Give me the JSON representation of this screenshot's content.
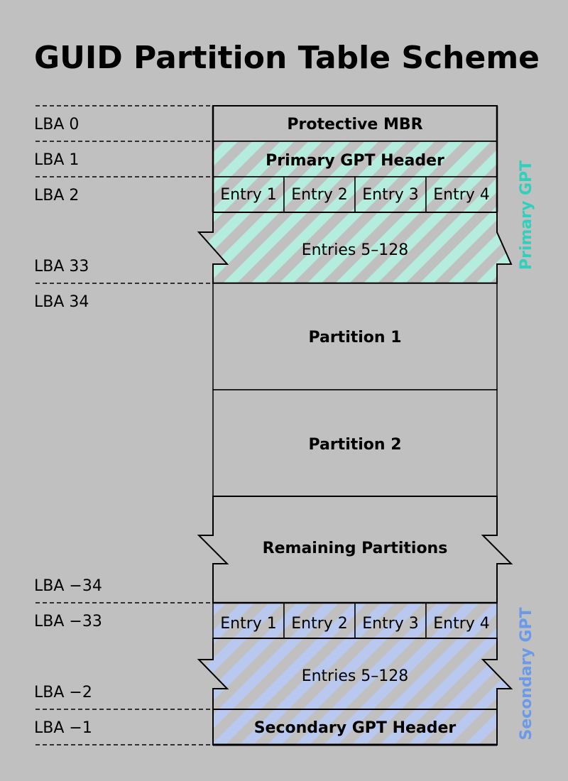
{
  "title": "GUID Partition Table Scheme",
  "colors": {
    "background": "#c0c0c0",
    "primary_gpt": "#b4ecdd",
    "primary_gpt_label": "#2fd0bc",
    "secondary_gpt": "#b8c8ee",
    "secondary_gpt_label": "#6b9be8"
  },
  "lba_labels": [
    "LBA 0",
    "LBA 1",
    "LBA 2",
    "LBA 33",
    "LBA 34",
    "LBA −34",
    "LBA −33",
    "LBA −2",
    "LBA −1"
  ],
  "blocks": {
    "protective_mbr": "Protective MBR",
    "primary_header": "Primary GPT Header",
    "primary_entries": [
      "Entry 1",
      "Entry 2",
      "Entry 3",
      "Entry 4"
    ],
    "primary_remaining_entries": "Entries 5–128",
    "partition_1": "Partition 1",
    "partition_2": "Partition 2",
    "remaining_partitions": "Remaining Partitions",
    "secondary_entries": [
      "Entry 1",
      "Entry 2",
      "Entry 3",
      "Entry 4"
    ],
    "secondary_remaining_entries": "Entries 5–128",
    "secondary_header": "Secondary GPT Header"
  },
  "side_labels": {
    "primary": "Primary GPT",
    "secondary": "Secondary GPT"
  }
}
